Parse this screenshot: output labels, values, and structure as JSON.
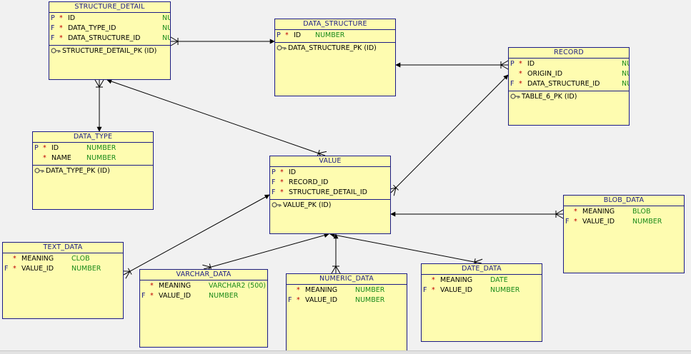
{
  "entities": {
    "structure_detail": {
      "title": "STRUCTURE_DETAIL",
      "columns": [
        {
          "pf": "P",
          "req": "*",
          "name": "ID",
          "type": "NU"
        },
        {
          "pf": "F",
          "req": "*",
          "name": "DATA_TYPE_ID",
          "type": "NU"
        },
        {
          "pf": "F",
          "req": "*",
          "name": "DATA_STRUCTURE_ID",
          "type": "NU"
        }
      ],
      "key": "STRUCTURE_DETAIL_PK (ID)"
    },
    "data_structure": {
      "title": "DATA_STRUCTURE",
      "columns": [
        {
          "pf": "P",
          "req": "*",
          "name": "ID",
          "type": "NUMBER"
        }
      ],
      "key": "DATA_STRUCTURE_PK (ID)"
    },
    "record": {
      "title": "RECORD",
      "columns": [
        {
          "pf": "P",
          "req": "*",
          "name": "ID",
          "type": "NU"
        },
        {
          "pf": "",
          "req": "*",
          "name": "ORIGIN_ID",
          "type": "NU"
        },
        {
          "pf": "F",
          "req": "*",
          "name": "DATA_STRUCTURE_ID",
          "type": "NU"
        }
      ],
      "key": "TABLE_6_PK (ID)"
    },
    "data_type": {
      "title": "DATA_TYPE",
      "columns": [
        {
          "pf": "P",
          "req": "*",
          "name": "ID",
          "type": "NUMBER"
        },
        {
          "pf": "",
          "req": "*",
          "name": "NAME",
          "type": "NUMBER"
        }
      ],
      "key": "DATA_TYPE_PK (ID)"
    },
    "value": {
      "title": "VALUE",
      "columns": [
        {
          "pf": "P",
          "req": "*",
          "name": "ID",
          "type": ""
        },
        {
          "pf": "F",
          "req": "*",
          "name": "RECORD_ID",
          "type": ""
        },
        {
          "pf": "F",
          "req": "*",
          "name": "STRUCTURE_DETAIL_ID",
          "type": ""
        }
      ],
      "key": "VALUE_PK (ID)"
    },
    "blob_data": {
      "title": "BLOB_DATA",
      "columns": [
        {
          "pf": "",
          "req": "*",
          "name": "MEANING",
          "type": "BLOB"
        },
        {
          "pf": "F",
          "req": "*",
          "name": "VALUE_ID",
          "type": "NUMBER"
        }
      ]
    },
    "text_data": {
      "title": "TEXT_DATA",
      "columns": [
        {
          "pf": "",
          "req": "*",
          "name": "MEANING",
          "type": "CLOB"
        },
        {
          "pf": "F",
          "req": "*",
          "name": "VALUE_ID",
          "type": "NUMBER"
        }
      ]
    },
    "varchar_data": {
      "title": "VARCHAR_DATA",
      "columns": [
        {
          "pf": "",
          "req": "*",
          "name": "MEANING",
          "type": "VARCHAR2 (500)"
        },
        {
          "pf": "F",
          "req": "*",
          "name": "VALUE_ID",
          "type": "NUMBER"
        }
      ]
    },
    "numeric_data": {
      "title": "NUMERIC_DATA",
      "columns": [
        {
          "pf": "",
          "req": "*",
          "name": "MEANING",
          "type": "NUMBER"
        },
        {
          "pf": "F",
          "req": "*",
          "name": "VALUE_ID",
          "type": "NUMBER"
        }
      ]
    },
    "date_data": {
      "title": "DATE_DATA",
      "columns": [
        {
          "pf": "",
          "req": "*",
          "name": "MEANING",
          "type": "DATE"
        },
        {
          "pf": "F",
          "req": "*",
          "name": "VALUE_ID",
          "type": "NUMBER"
        }
      ]
    }
  },
  "relationships": [
    {
      "from": "structure_detail",
      "to": "data_structure"
    },
    {
      "from": "structure_detail",
      "to": "data_type"
    },
    {
      "from": "record",
      "to": "data_structure"
    },
    {
      "from": "value",
      "to": "structure_detail"
    },
    {
      "from": "value",
      "to": "record"
    },
    {
      "from": "blob_data",
      "to": "value"
    },
    {
      "from": "text_data",
      "to": "value"
    },
    {
      "from": "varchar_data",
      "to": "value"
    },
    {
      "from": "numeric_data",
      "to": "value"
    },
    {
      "from": "date_data",
      "to": "value"
    }
  ],
  "colors": {
    "entity_fill": "#fefcb0",
    "entity_border": "#1b1b86",
    "key_marker": "#1b1b86",
    "required_marker": "#c00000",
    "datatype_text": "#1a8a1a",
    "background": "#f1f1f1",
    "line": "#000000"
  }
}
